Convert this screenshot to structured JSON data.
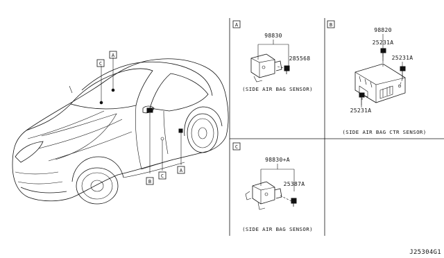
{
  "diagram": {
    "reference_code": "J25304G1",
    "vehicle_markers": [
      "A",
      "C",
      "B",
      "C",
      "A"
    ],
    "panels": {
      "a": {
        "letter": "A",
        "part_assembly": "98830",
        "part_bolt": "285568",
        "caption": "(SIDE AIR BAG SENSOR)"
      },
      "b": {
        "letter": "B",
        "part_assembly": "98820",
        "part_bolt_top": "25231A",
        "part_bolt_right": "25231A",
        "part_bolt_bottom": "25231A",
        "caption": "(SIDE AIR BAG CTR SENSOR)"
      },
      "c": {
        "letter": "C",
        "part_assembly": "98830+A",
        "part_bolt": "25387A",
        "caption": "(SIDE AIR BAG SENSOR)"
      }
    }
  }
}
